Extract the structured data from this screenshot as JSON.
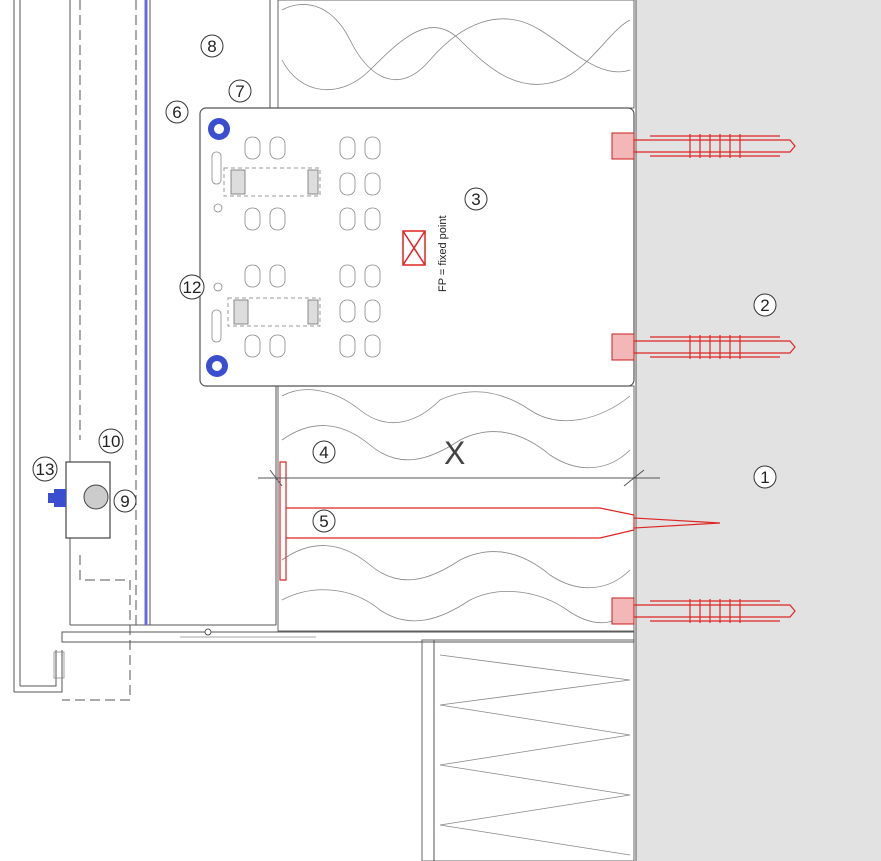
{
  "colors": {
    "wall": "#e2e2e2",
    "anchor": "#e02424",
    "screw": "#3a4fd0",
    "rail_stripe": "#6a6ae0",
    "line": "#555555"
  },
  "callouts": {
    "c1": "1",
    "c2": "2",
    "c3": "3",
    "c4": "4",
    "c5": "5",
    "c6": "6",
    "c7": "7",
    "c8": "8",
    "c9": "9",
    "c10": "10",
    "c12": "12",
    "c13": "13"
  },
  "dimension": {
    "label": "X"
  },
  "fixed_point_note": "FP = fixed point",
  "icons": {
    "anchor": "wall-plug-anchor-icon",
    "screw": "hex-screw-icon",
    "fixed_point": "fixed-point-cross-icon"
  }
}
